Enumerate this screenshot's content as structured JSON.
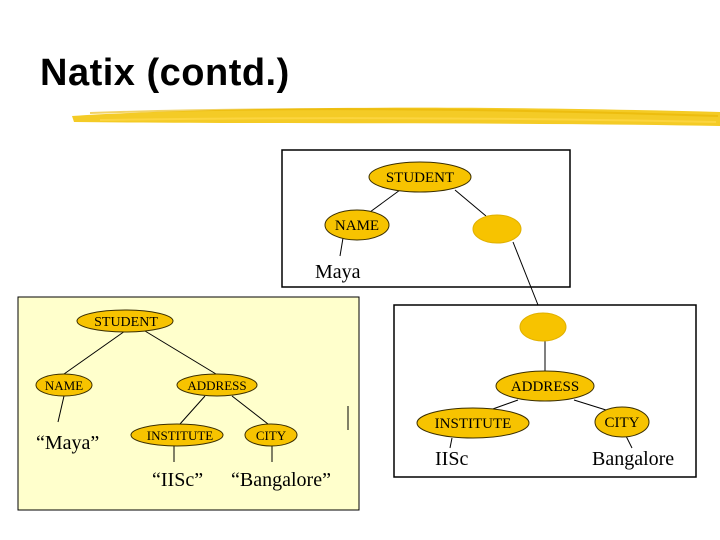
{
  "slide": {
    "title": "Natix (contd.)"
  },
  "colors": {
    "node_fill": "#F7C300",
    "node_fill_light": "#F8CF1A",
    "node_stroke": "#3A2E00",
    "panel_fill": "#FFFFCC",
    "underline": "#F2C200"
  },
  "full_tree": {
    "root": "STUDENT",
    "name_node": "NAME",
    "address_node": "ADDRESS",
    "institute_node": "INSTITUTE",
    "city_node": "CITY",
    "name_value": "“Maya”",
    "institute_value": "“IISc”",
    "city_value": "“Bangalore”"
  },
  "top_record": {
    "root": "STUDENT",
    "name_node": "NAME",
    "name_value": "Maya"
  },
  "bottom_record": {
    "address_node": "ADDRESS",
    "institute_node": "INSTITUTE",
    "city_node": "CITY",
    "institute_value": "IISc",
    "city_value": "Bangalore"
  }
}
